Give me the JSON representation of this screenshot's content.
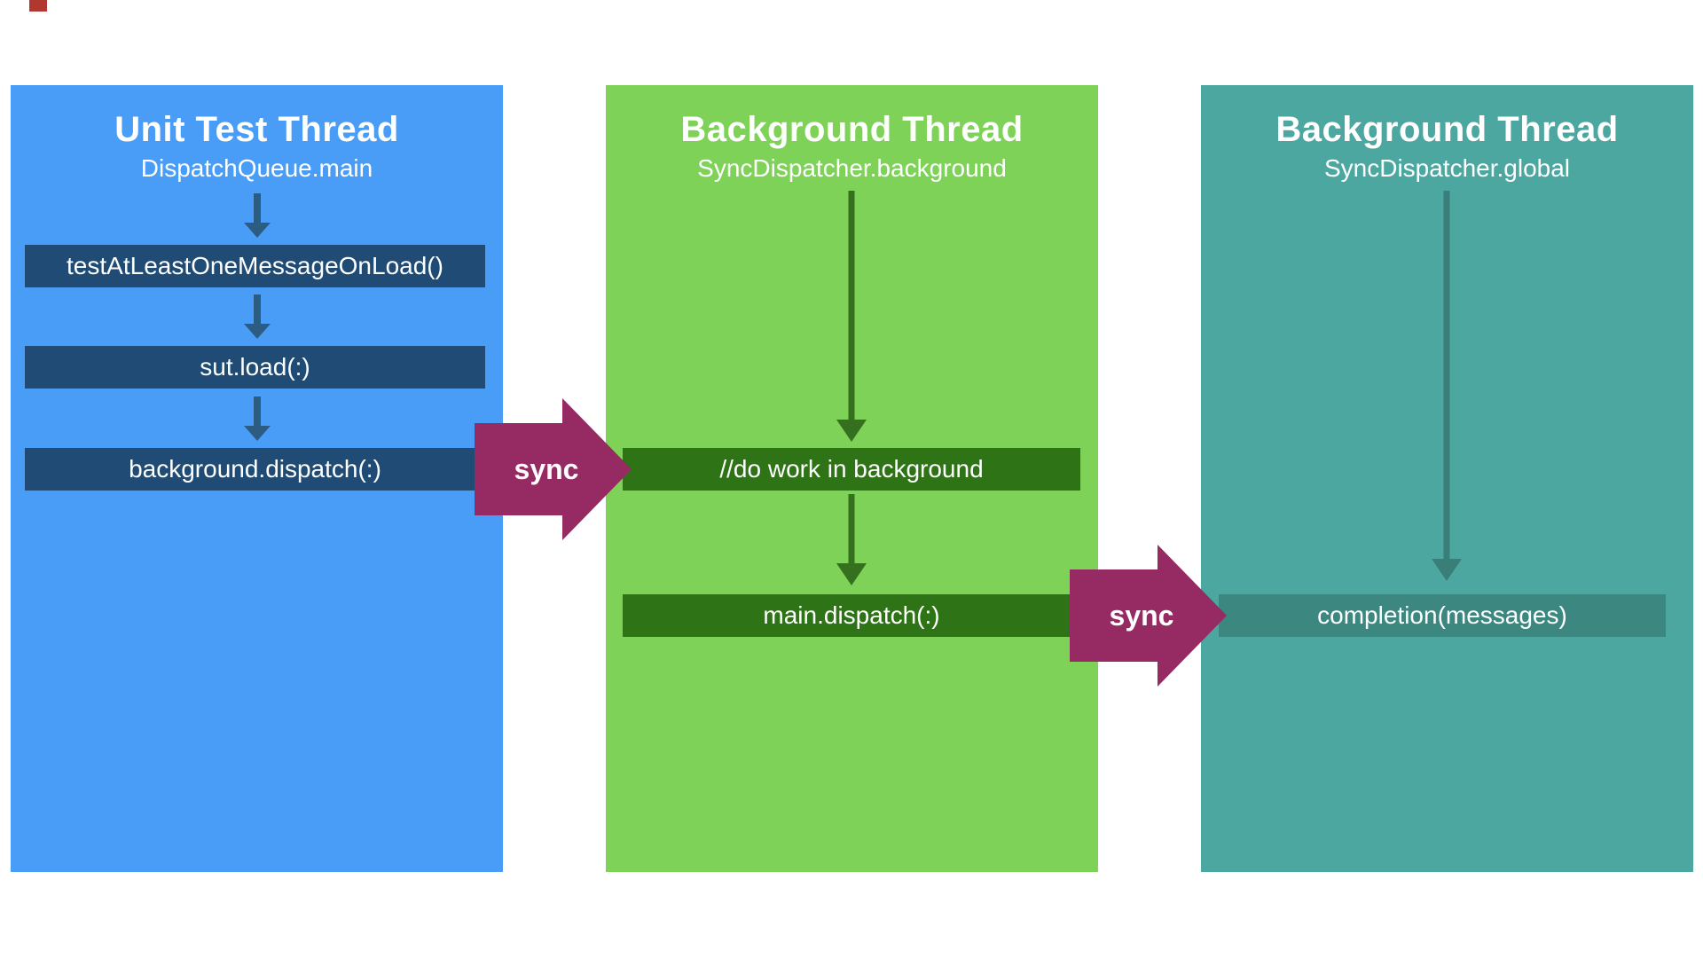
{
  "page": {
    "background_color": "#FFFFFF",
    "artifact_color": "#B2382F"
  },
  "columns": [
    {
      "title": "Unit Test Thread",
      "subtitle": "DispatchQueue.main",
      "bg_color": "#4A9DF6",
      "box_color": "#1F4B74",
      "arrow_color": "#2C5C82",
      "boxes": [
        {
          "label": "testAtLeastOneMessageOnLoad()"
        },
        {
          "label": "sut.load(:)"
        },
        {
          "label": "background.dispatch(:)"
        }
      ]
    },
    {
      "title": "Background Thread",
      "subtitle": "SyncDispatcher.background",
      "bg_color": "#7ED257",
      "box_color": "#2F7317",
      "arrow_color": "#35701E",
      "boxes": [
        {
          "label": "//do work in background"
        },
        {
          "label": "main.dispatch(:)"
        }
      ]
    },
    {
      "title": "Background Thread",
      "subtitle": "SyncDispatcher.global",
      "bg_color": "#4BA7A0",
      "box_color": "#3D8781",
      "arrow_color": "#3A7E79",
      "boxes": [
        {
          "label": "completion(messages)"
        }
      ]
    }
  ],
  "sync_arrows": [
    {
      "label": "sync",
      "color": "#952B62"
    },
    {
      "label": "sync",
      "color": "#952B62"
    }
  ],
  "text_color": "#FFFFFF"
}
